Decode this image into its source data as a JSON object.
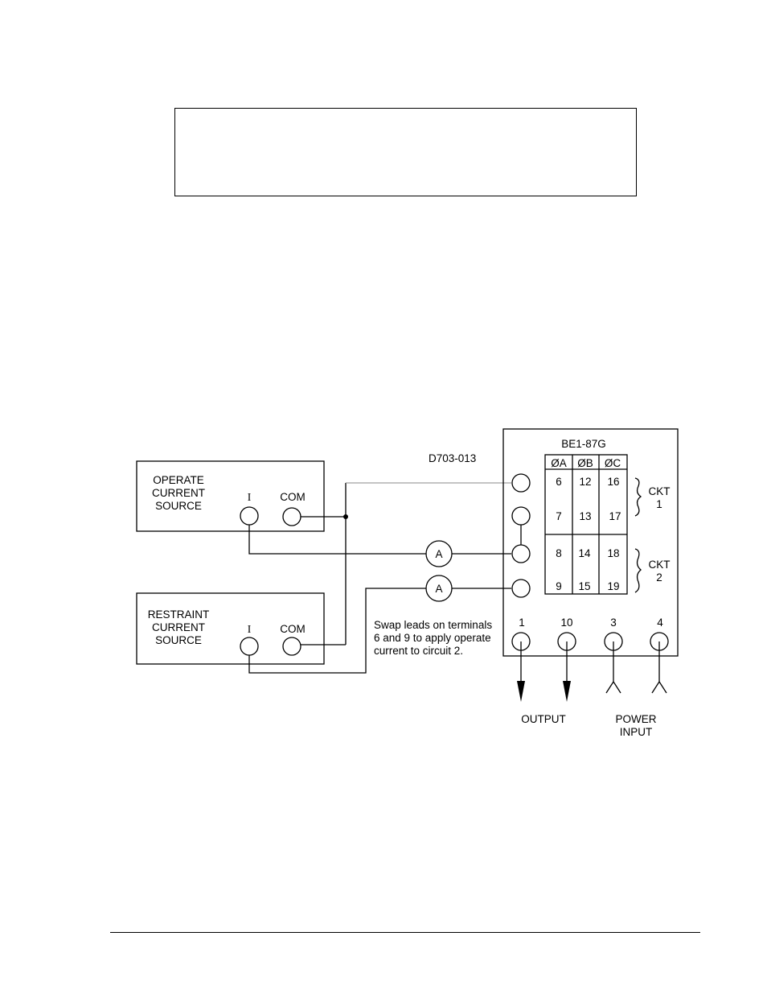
{
  "diagram": {
    "id": "D703-013",
    "relay": {
      "title": "BE1-87G",
      "phase_headers": [
        "ØA",
        "ØB",
        "ØC"
      ],
      "rows": [
        [
          "6",
          "12",
          "16"
        ],
        [
          "7",
          "13",
          "17"
        ],
        [
          "8",
          "14",
          "18"
        ],
        [
          "9",
          "15",
          "19"
        ]
      ],
      "ckt1": {
        "line1": "CKT",
        "line2": "1"
      },
      "ckt2": {
        "line1": "CKT",
        "line2": "2"
      },
      "bottom_terminals": [
        "1",
        "10",
        "3",
        "4"
      ],
      "output_label": "OUTPUT",
      "power_input_line1": "POWER",
      "power_input_line2": "INPUT"
    },
    "operate_source": {
      "line1": "OPERATE",
      "line2": "CURRENT",
      "line3": "SOURCE",
      "i_label": "I",
      "com_label": "COM"
    },
    "restraint_source": {
      "line1": "RESTRAINT",
      "line2": "CURRENT",
      "line3": "SOURCE",
      "i_label": "I",
      "com_label": "COM"
    },
    "ammeter_label": "A",
    "note": {
      "line1": "Swap leads on terminals",
      "line2": "6 and 9 to apply operate",
      "line3": "current to circuit 2."
    }
  }
}
